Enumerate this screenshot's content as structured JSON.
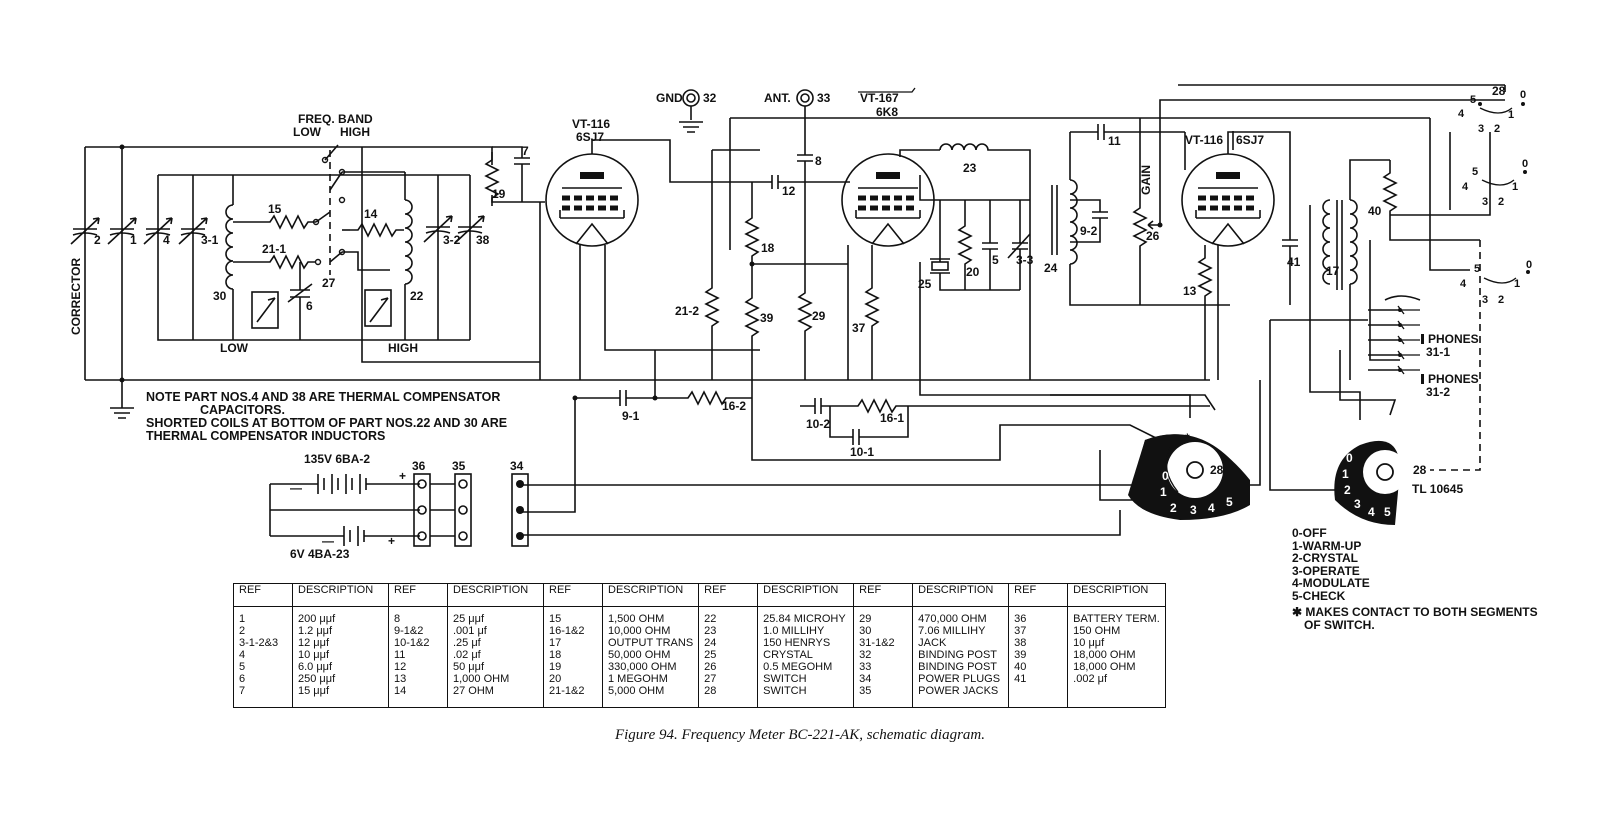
{
  "caption": "Figure 94.   Frequency Meter BC-221-AK, schematic diagram.",
  "tl_number": "TL 10645",
  "tubes": {
    "v1": {
      "type": "VT-116",
      "sub": "6SJ7"
    },
    "v2": {
      "type": "VT-167",
      "sub": "6K8"
    },
    "v3": {
      "type": "VT-116",
      "sub": "6SJ7"
    }
  },
  "terminals": {
    "gnd": "GND",
    "gnd_num": "32",
    "ant": "ANT.",
    "ant_num": "33"
  },
  "freq_band": {
    "title": "FREQ. BAND",
    "low": "LOW",
    "high": "HIGH"
  },
  "labels": {
    "corrector": "CORRECTOR",
    "low": "LOW",
    "high": "HIGH",
    "gain": "GAIN",
    "phones_1": "PHONES",
    "phones_1_ref": "31-1",
    "phones_2": "PHONES",
    "phones_2_ref": "31-2",
    "bat1": "135V 6BA-2",
    "bat2": "6V 4BA-23",
    "plus": "+",
    "minus": "—",
    "asterisk": "*"
  },
  "part_refs": {
    "c2": "2",
    "c1": "1",
    "c4": "4",
    "c31": "3-1",
    "c32": "3-2",
    "c38": "38",
    "l30": "30",
    "l22": "22",
    "r15": "15",
    "r14": "14",
    "c211": "21-1",
    "c6": "6",
    "s27": "27",
    "r19": "19",
    "c7": "7",
    "c8": "8",
    "c12": "12",
    "r18": "18",
    "r212": "21-2",
    "r39": "39",
    "r29": "29",
    "r37": "37",
    "r23": "23",
    "c11": "11",
    "c25": "25",
    "r20": "20",
    "c5": "5",
    "c33": "3-3",
    "t24": "24",
    "c92": "9-2",
    "r26": "26",
    "r13": "13",
    "c41": "41",
    "t17": "17",
    "r40": "40",
    "c91": "9-1",
    "r162": "16-2",
    "c102": "10-2",
    "r161": "16-1",
    "c101": "10-1",
    "t36": "36",
    "t35": "35",
    "t34": "34",
    "sw28a": "28",
    "sw28b": "28",
    "sw28top": "28"
  },
  "switch_positions": [
    "0",
    "1",
    "2",
    "3",
    "4",
    "5"
  ],
  "notes": [
    "NOTE PART NOS.4 AND 38 ARE THERMAL COMPENSATOR",
    "CAPACITORS.",
    "SHORTED COILS AT BOTTOM OF PART NOS.22 AND 30 ARE",
    "THERMAL COMPENSATOR INDUCTORS"
  ],
  "legend": [
    "0-OFF",
    "1-WARM-UP",
    "2-CRYSTAL",
    "3-OPERATE",
    "4-MODULATE",
    "5-CHECK"
  ],
  "legend_note_1": "✱ MAKES CONTACT TO BOTH SEGMENTS",
  "legend_note_2": "OF SWITCH.",
  "table": {
    "headers": [
      "REF",
      "DESCRIPTION",
      "REF",
      "DESCRIPTION",
      "REF",
      "DESCRIPTION",
      "REF",
      "DESCRIPTION",
      "REF",
      "DESCRIPTION",
      "REF",
      "DESCRIPTION"
    ],
    "columns": [
      {
        "refs": "1\n2\n3-1-2&3\n4\n5\n6\n7",
        "desc": "200 μμf\n1.2 μμf\n12 μμf\n10 μμf\n6.0 μμf\n250 μμf\n15 μμf"
      },
      {
        "refs": "8\n9-1&2\n10-1&2\n11\n12\n13\n14",
        "desc": "25 μμf\n.001 μf\n.25 μf\n.02 μf\n50 μμf\n1,000 OHM\n27 OHM"
      },
      {
        "refs": "15\n16-1&2\n17\n18\n19\n20\n21-1&2",
        "desc": "1,500 OHM\n10,000 OHM\nOUTPUT TRANS\n50,000 OHM\n330,000 OHM\n1 MEGOHM\n5,000 OHM"
      },
      {
        "refs": "22\n23\n24\n25\n26\n27\n28",
        "desc": "25.84 MICROHY\n1.0 MILLIHY\n150 HENRYS\nCRYSTAL\n0.5 MEGOHM\nSWITCH\nSWITCH"
      },
      {
        "refs": "29\n30\n31-1&2\n32\n33\n34\n35",
        "desc": "470,000 OHM\n7.06 MILLIHY\nJACK\nBINDING POST\nBINDING POST\nPOWER PLUGS\nPOWER JACKS"
      },
      {
        "refs": "36\n37\n38\n39\n40\n41",
        "desc": "BATTERY TERM.\n150 OHM\n10 μμf\n18,000 OHM\n18,000 OHM\n.002 μf"
      }
    ]
  }
}
